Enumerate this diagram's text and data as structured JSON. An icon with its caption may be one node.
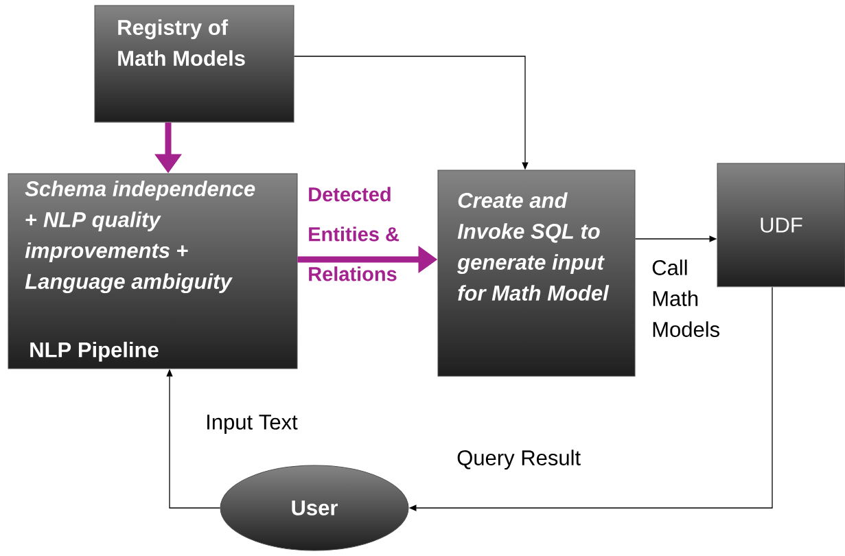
{
  "diagram": {
    "nodes": [
      {
        "text": [
          "Registry of Math Models"
        ]
      },
      {
        "text": [
          "*Schema independence* + *NLP quality improvements* + *Language ambiguity*",
          "NLP Pipeline"
        ]
      },
      {
        "text": [
          "Create and Invoke SQL to generate input for Math Model"
        ]
      },
      {
        "text": [
          "UDF"
        ]
      },
      {
        "text": [
          "User"
        ]
      }
    ],
    "edges": [
      {
        "from": 0,
        "to": 1,
        "arrow": "to",
        "style": "thick",
        "color": "#a3228e"
      },
      {
        "from": 0,
        "to": 2,
        "arrow": "to"
      },
      {
        "from": 1,
        "to": 2,
        "arrow": "to",
        "style": "thick",
        "color": "#a3228e",
        "label": "Detected Entities & Relations"
      },
      {
        "from": 2,
        "to": 3,
        "arrow": "to",
        "label": "Call Math Models"
      },
      {
        "from": 3,
        "to": 4,
        "arrow": "to",
        "label": "Query Result"
      },
      {
        "from": 4,
        "to": 1,
        "arrow": "to",
        "label": "Input Text"
      }
    ]
  }
}
